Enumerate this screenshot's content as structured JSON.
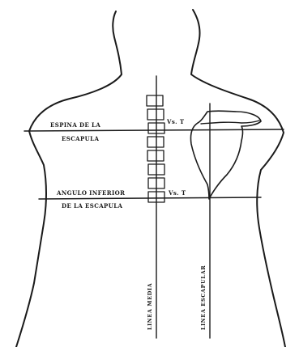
{
  "labels": {
    "spine_of_scapula_line1": "ESPINA DE LA",
    "spine_of_scapula_line2": "ESCAPULA",
    "inferior_angle_line1": "ANGULO INFERIOR",
    "inferior_angle_line2": "DE LA ESCAPULA",
    "vertebra_upper": "Vs. T",
    "vertebra_lower": "Vs. T",
    "midline": "LINEA MEDIA",
    "scapular_line": "LINEA ESCAPULAR"
  },
  "colors": {
    "ink": "#1a1a1a",
    "background": "#ffffff"
  }
}
